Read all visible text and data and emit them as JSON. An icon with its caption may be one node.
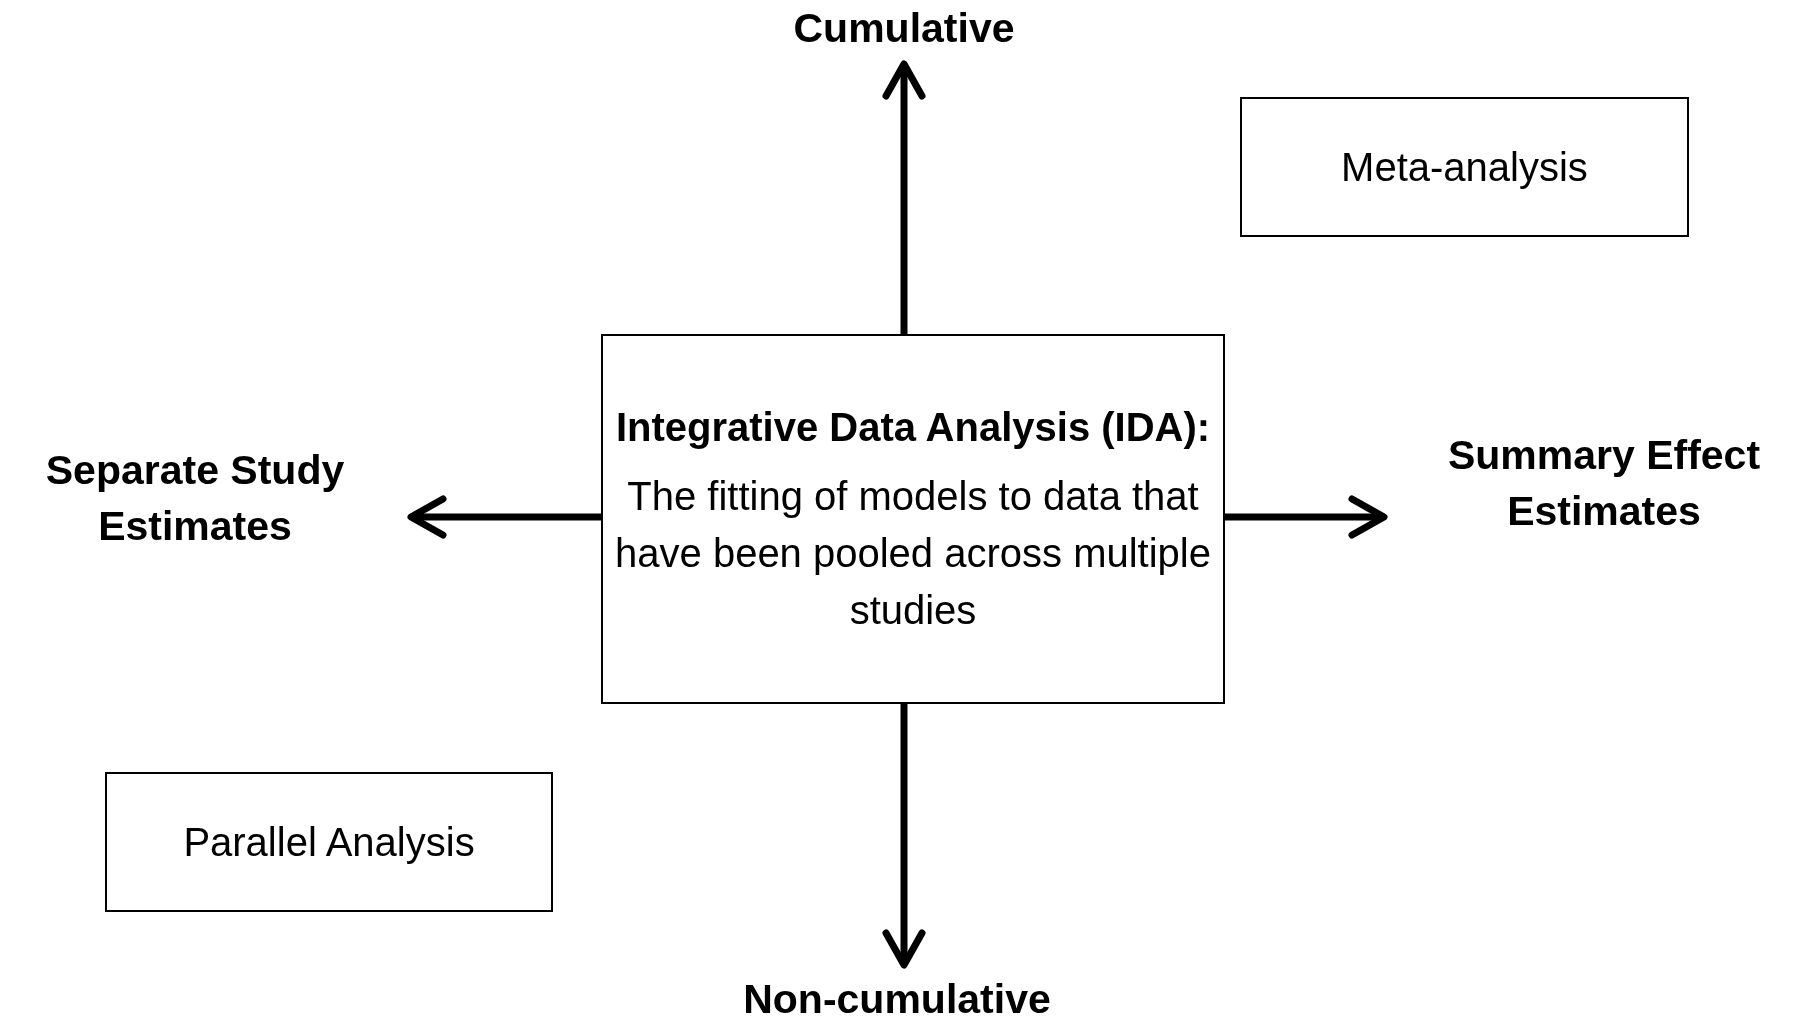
{
  "diagram": {
    "nodes": [
      {
        "text": [
          "Integrative Data Analysis (IDA):",
          "The fitting of models to data that have been pooled across multiple studies"
        ]
      },
      {
        "text": [
          "Cumulative"
        ]
      },
      {
        "text": [
          "Non-cumulative"
        ]
      },
      {
        "text": [
          "Separate Study Estimates"
        ]
      },
      {
        "text": [
          "Summary Effect Estimates"
        ]
      },
      {
        "text": [
          "Meta-analysis"
        ]
      },
      {
        "text": [
          "Parallel Analysis"
        ]
      }
    ],
    "edges": [
      {
        "from": 0,
        "to": 1,
        "arrow": "to"
      },
      {
        "from": 0,
        "to": 2,
        "arrow": "to"
      },
      {
        "from": 0,
        "to": 3,
        "arrow": "to"
      },
      {
        "from": 0,
        "to": 4,
        "arrow": "to"
      }
    ]
  }
}
